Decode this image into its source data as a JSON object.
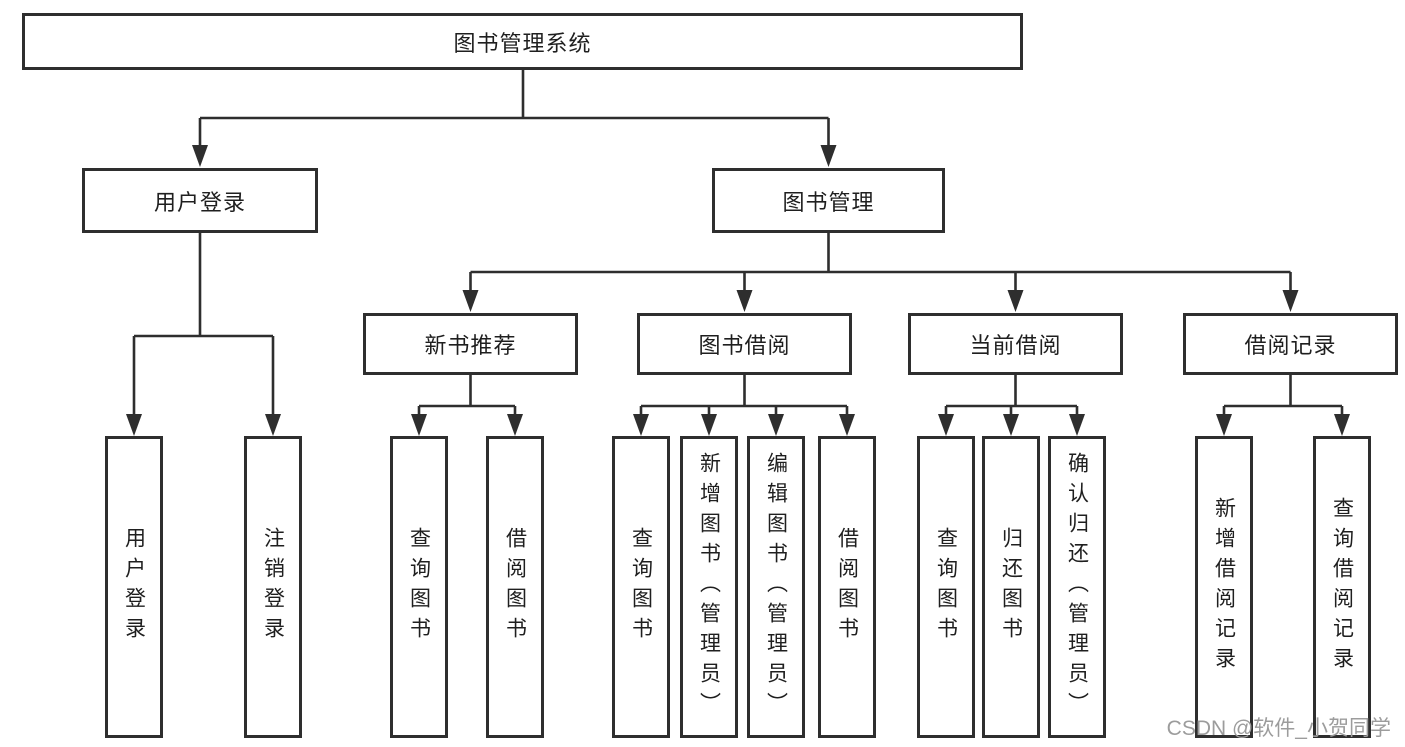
{
  "diagram": {
    "root": {
      "label": "图书管理系统"
    },
    "branches": [
      {
        "label": "用户登录",
        "children": [
          {
            "label": "用户登录"
          },
          {
            "label": "注销登录"
          }
        ]
      },
      {
        "label": "图书管理",
        "children": [
          {
            "label": "新书推荐",
            "children": [
              {
                "label": "查询图书"
              },
              {
                "label": "借阅图书"
              }
            ]
          },
          {
            "label": "图书借阅",
            "children": [
              {
                "label": "查询图书"
              },
              {
                "label": "新增图书（管理员）"
              },
              {
                "label": "编辑图书（管理员）"
              },
              {
                "label": "借阅图书"
              }
            ]
          },
          {
            "label": "当前借阅",
            "children": [
              {
                "label": "查询图书"
              },
              {
                "label": "归还图书"
              },
              {
                "label": "确认归还（管理员）"
              }
            ]
          },
          {
            "label": "借阅记录",
            "children": [
              {
                "label": "新增借阅记录"
              },
              {
                "label": "查询借阅记录"
              }
            ]
          }
        ]
      }
    ]
  },
  "watermark": {
    "text": "CSDN @软件_小贺同学"
  },
  "colors": {
    "line": "#2e2e2e",
    "text": "#1f1f1f",
    "background": "#ffffff",
    "watermark": "#9c9c9c"
  }
}
